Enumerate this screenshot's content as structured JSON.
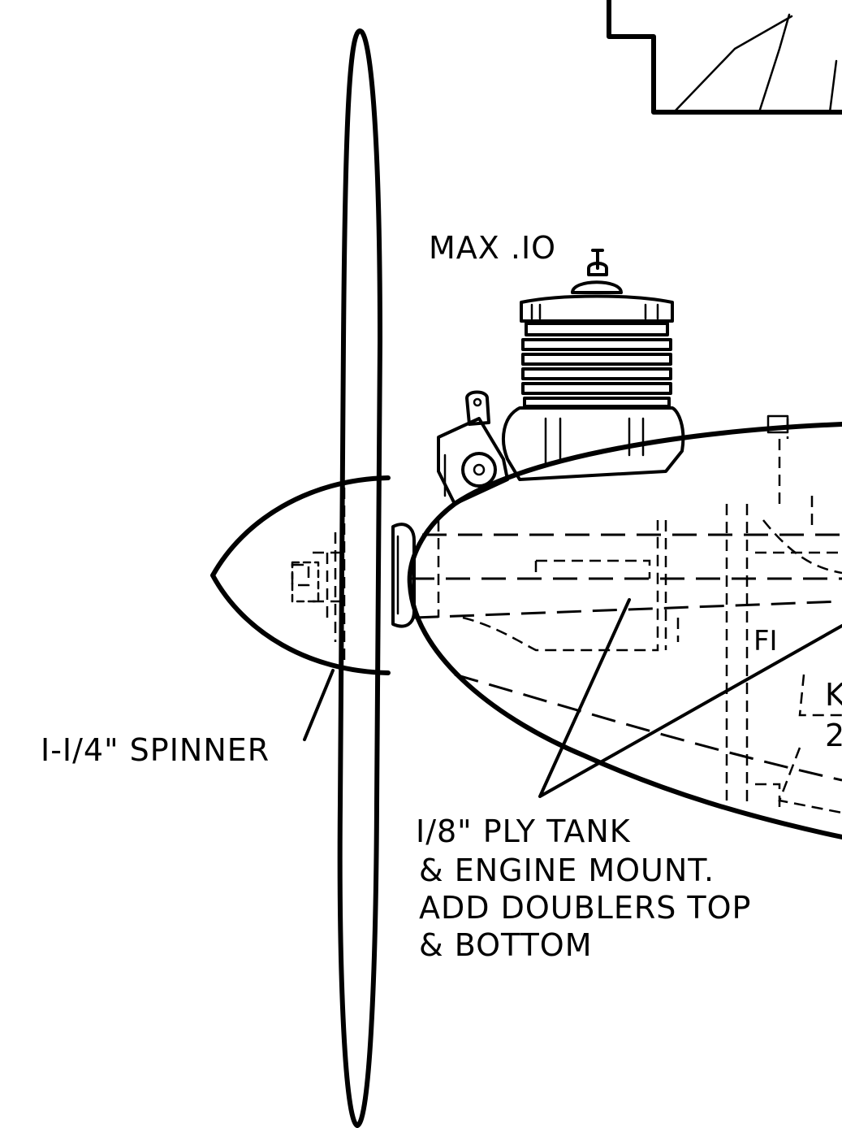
{
  "labels": {
    "engine": "MAX .IO",
    "spinner": "I-I/4\" SPINNER",
    "former": "FI",
    "tank_note_lines": [
      "I/8\" PLY TANK",
      "& ENGINE MOUNT.",
      "ADD DOUBLERS TOP",
      "& BOTTOM"
    ],
    "cut_off_edge": [
      "K",
      "2"
    ]
  },
  "colors": {
    "ink": "#000000",
    "paper": "#ffffff"
  }
}
